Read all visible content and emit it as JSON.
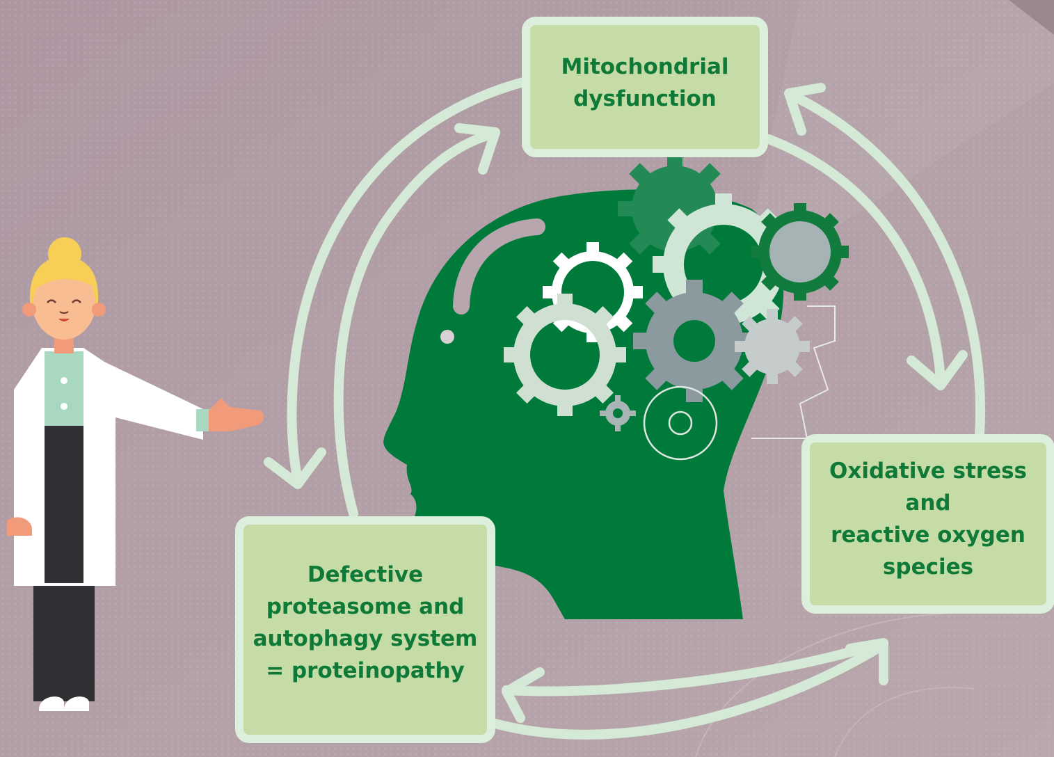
{
  "diagram": {
    "nodes": [
      {
        "id": "mitochondrial",
        "label": "Mitochondrial\ndysfunction"
      },
      {
        "id": "oxidative",
        "label": "Oxidative stress and\nreactive oxygen\nspecies"
      },
      {
        "id": "proteasome",
        "label": "Defective\nproteasome and\nautophagy system\n= proteinopathy"
      }
    ],
    "edges": [
      {
        "from": "mitochondrial",
        "to": "oxidative"
      },
      {
        "from": "oxidative",
        "to": "mitochondrial"
      },
      {
        "from": "oxidative",
        "to": "proteasome"
      },
      {
        "from": "proteasome",
        "to": "oxidative"
      },
      {
        "from": "proteasome",
        "to": "mitochondrial"
      },
      {
        "from": "mitochondrial",
        "to": "proteasome"
      }
    ],
    "illustrations": [
      "head-with-gears",
      "scientist-woman"
    ]
  },
  "colors": {
    "background": "#b09ca6",
    "box_fill": "#c5dca6",
    "box_border": "#dcefdc",
    "text": "#0f7a37",
    "head": "#007a3a",
    "arrows": "#d4ead6"
  }
}
